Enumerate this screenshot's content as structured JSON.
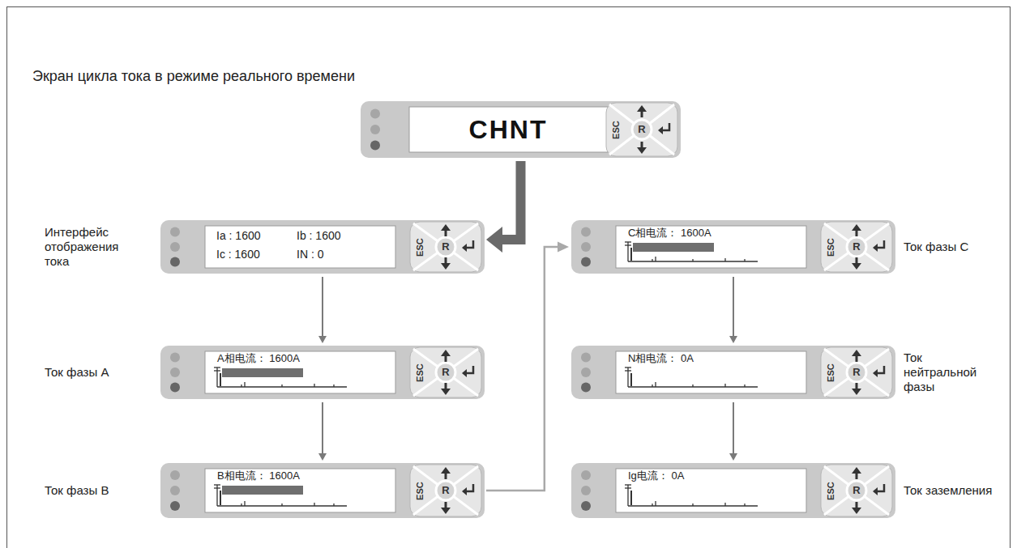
{
  "diagram": {
    "title": "Экран цикла тока в режиме реального времени",
    "nodes": [
      {
        "text": [
          "CHNT",
          "ESC",
          "R"
        ]
      },
      {
        "text": [
          "Интерфейс отображения тока",
          "Ia : 1600",
          "Ib : 1600",
          "Ic : 1600",
          "IN : 0",
          "ESC",
          "R"
        ]
      },
      {
        "text": [
          "Ток фазы А",
          "A相电流： 1600A",
          "ESC",
          "R"
        ]
      },
      {
        "text": [
          "Ток фазы В",
          "B相电流： 1600A",
          "ESC",
          "R"
        ]
      },
      {
        "text": [
          "Ток фазы С",
          "C相电流： 1600A",
          "ESC",
          "R"
        ]
      },
      {
        "text": [
          "Ток нейтральной фазы",
          "N相电流： 0A",
          "ESC",
          "R"
        ]
      },
      {
        "text": [
          "Ток заземления",
          "Ig电流： 0A",
          "ESC",
          "R"
        ]
      }
    ],
    "edges": [
      {
        "from": 0,
        "to": 1,
        "arrow": "to"
      },
      {
        "from": 1,
        "to": 2,
        "arrow": "to"
      },
      {
        "from": 2,
        "to": 3,
        "arrow": "to"
      },
      {
        "from": 3,
        "to": 4,
        "arrow": "to"
      },
      {
        "from": 4,
        "to": 5,
        "arrow": "to"
      },
      {
        "from": 5,
        "to": 6,
        "arrow": "to"
      }
    ]
  }
}
